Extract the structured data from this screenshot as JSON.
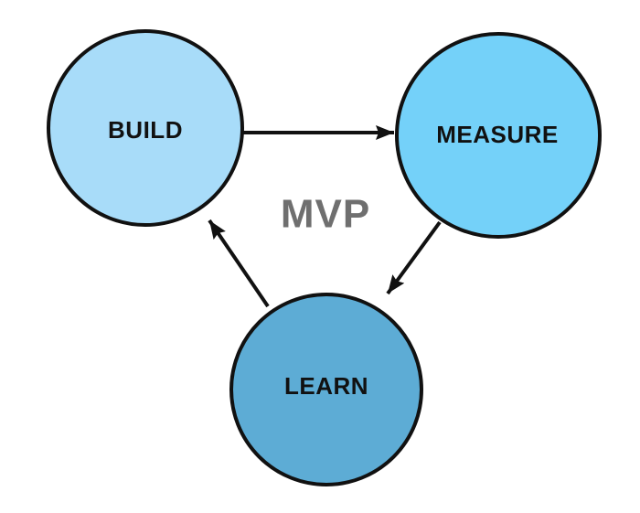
{
  "diagram": {
    "type": "cycle",
    "center_label": "MVP",
    "center_label_color": "#6f6f6f",
    "stroke_color": "#111111",
    "label_color": "#111111",
    "background": "#ffffff",
    "nodes": [
      {
        "id": "build",
        "label": "BUILD",
        "fill": "#a8dcf9"
      },
      {
        "id": "measure",
        "label": "MEASURE",
        "fill": "#74d1f9"
      },
      {
        "id": "learn",
        "label": "LEARN",
        "fill": "#5dacd5"
      }
    ],
    "edges": [
      {
        "from": "BUILD",
        "to": "MEASURE"
      },
      {
        "from": "MEASURE",
        "to": "LEARN"
      },
      {
        "from": "LEARN",
        "to": "BUILD"
      }
    ]
  }
}
